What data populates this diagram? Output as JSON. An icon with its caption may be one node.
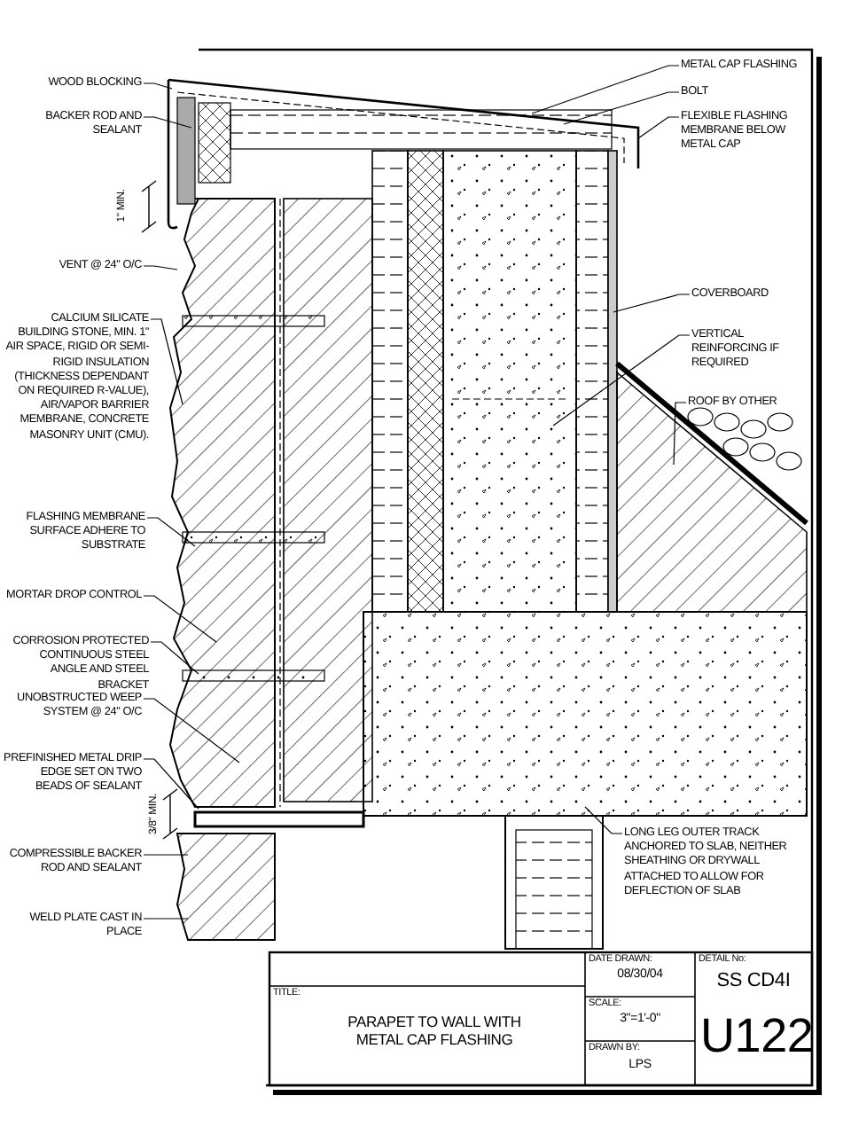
{
  "diagram": {
    "title": "PARAPET TO WALL WITH METAL CAP FLASHING",
    "nodes": [
      {
        "text": [
          "WOOD BLOCKING"
        ]
      },
      {
        "text": [
          "BACKER ROD AND SEALANT"
        ]
      },
      {
        "text": [
          "VENT @ 24\" O/C"
        ]
      },
      {
        "text": [
          "CALCIUM SILICATE BUILDING STONE, MIN. 1\" AIR SPACE, RIGID OR SEMI-RIGID INSULATION (THICKNESS DEPENDANT ON REQUIRED R-VALUE), AIR/VAPOR BARRIER MEMBRANE, CONCRETE MASONRY UNIT (CMU)."
        ]
      },
      {
        "text": [
          "FLASHING MEMBRANE SURFACE ADHERE TO SUBSTRATE"
        ]
      },
      {
        "text": [
          "MORTAR DROP CONTROL"
        ]
      },
      {
        "text": [
          "CORROSION PROTECTED CONTINUOUS STEEL ANGLE AND STEEL BRACKET"
        ]
      },
      {
        "text": [
          "UNOBSTRUCTED WEEP SYSTEM @ 24\" O/C"
        ]
      },
      {
        "text": [
          "PREFINISHED METAL DRIP EDGE SET ON TWO BEADS OF SEALANT"
        ]
      },
      {
        "text": [
          "COMPRESSIBLE BACKER ROD AND SEALANT"
        ]
      },
      {
        "text": [
          "WELD PLATE CAST IN PLACE"
        ]
      },
      {
        "text": [
          "METAL CAP FLASHING"
        ]
      },
      {
        "text": [
          "BOLT"
        ]
      },
      {
        "text": [
          "FLEXIBLE FLASHING MEMBRANE BELOW METAL CAP"
        ]
      },
      {
        "text": [
          "COVERBOARD"
        ]
      },
      {
        "text": [
          "VERTICAL REINFORCING IF REQUIRED"
        ]
      },
      {
        "text": [
          "ROOF BY OTHER"
        ]
      },
      {
        "text": [
          "LONG LEG OUTER TRACK ANCHORED TO SLAB, NEITHER SHEATHING OR DRYWALL ATTACHED TO ALLOW FOR DEFLECTION OF SLAB"
        ]
      }
    ],
    "edges": [
      {
        "from": 0,
        "to": null,
        "arrow": "none"
      },
      {
        "from": 1,
        "to": null,
        "arrow": "none"
      },
      {
        "from": 2,
        "to": null,
        "arrow": "none"
      },
      {
        "from": 3,
        "to": null,
        "arrow": "none"
      },
      {
        "from": 4,
        "to": null,
        "arrow": "none"
      },
      {
        "from": 5,
        "to": null,
        "arrow": "none"
      },
      {
        "from": 6,
        "to": null,
        "arrow": "none"
      },
      {
        "from": 7,
        "to": null,
        "arrow": "none"
      },
      {
        "from": 8,
        "to": null,
        "arrow": "none"
      },
      {
        "from": 9,
        "to": null,
        "arrow": "none"
      },
      {
        "from": 10,
        "to": null,
        "arrow": "none"
      },
      {
        "from": 11,
        "to": null,
        "arrow": "none"
      },
      {
        "from": 12,
        "to": null,
        "arrow": "none"
      },
      {
        "from": 13,
        "to": null,
        "arrow": "none"
      },
      {
        "from": 14,
        "to": null,
        "arrow": "none"
      },
      {
        "from": 15,
        "to": null,
        "arrow": "none"
      },
      {
        "from": 16,
        "to": null,
        "arrow": "none"
      },
      {
        "from": 17,
        "to": null,
        "arrow": "none"
      }
    ],
    "labels": [
      "1\" MIN.",
      "3/8\" MIN.",
      "DATE DRAWN:",
      "08/30/04",
      "DETAIL No:",
      "SS CD4I",
      "TITLE:",
      "SCALE:",
      "3\"=1'-0\"",
      "DRAWN BY:",
      "LPS",
      "U122"
    ]
  }
}
